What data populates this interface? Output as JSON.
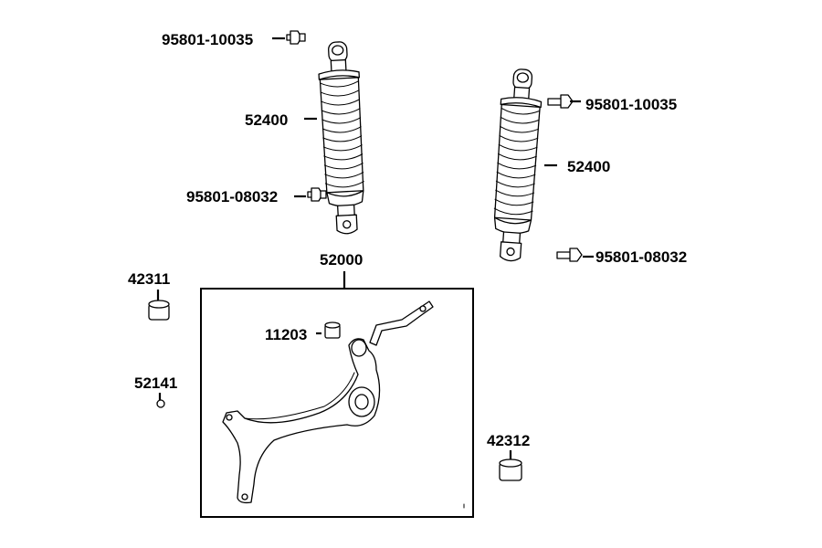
{
  "labels": {
    "bolt_top_left": "95801-10035",
    "shock_left": "52400",
    "bolt_bottom_left": "95801-08032",
    "bolt_top_right": "95801-10035",
    "shock_right": "52400",
    "bolt_bottom_right": "95801-08032",
    "bracket_assembly": "52000",
    "collar_42311": "42311",
    "collar_11203": "11203",
    "nut_52141": "52141",
    "collar_42312": "42312"
  }
}
